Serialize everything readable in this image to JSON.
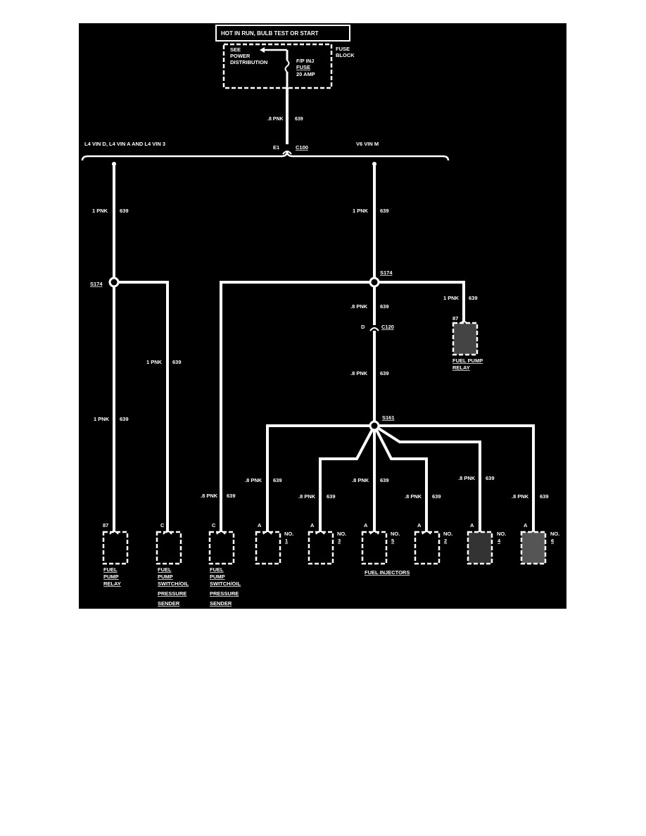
{
  "power": {
    "hot_label": "HOT IN RUN, BULB TEST OR START",
    "see_line1": "SEE",
    "see_line2": "POWER",
    "see_line3": "DISTRIBUTION",
    "fuse_name1": "F/P INJ",
    "fuse_name2": "FUSE",
    "fuse_rating": "20 AMP",
    "block_line1": "FUSE",
    "block_line2": "BLOCK"
  },
  "main_wire": {
    "gauge_color": ".8 PNK",
    "circuit": "639"
  },
  "connector_c100": {
    "left_pin": "E1",
    "name": "C100"
  },
  "branches": {
    "left_label": "L4 VIN D, L4 VIN A AND L4 VIN 3",
    "right_label": "V6 VIN M"
  },
  "left_branch": {
    "top_wire": {
      "gauge_color": "1 PNK",
      "circuit": "639"
    },
    "splice": "S174",
    "wire_to_relay": {
      "gauge_color": "1 PNK",
      "circuit": "639"
    },
    "wire_to_switch": {
      "gauge_color": "1 PNK",
      "circuit": "639"
    },
    "relay": {
      "pin": "87",
      "label": [
        "FUEL",
        "PUMP",
        "RELAY"
      ]
    },
    "switch": {
      "pin": "C",
      "label": [
        "FUEL",
        "PUMP",
        "SWITCH/OIL",
        "PRESSURE",
        "SENDER"
      ]
    }
  },
  "right_branch": {
    "top_wire": {
      "gauge_color": "1 PNK",
      "circuit": "639"
    },
    "splice": "S174",
    "relay_wire": {
      "gauge_color": "1 PNK",
      "circuit": "639"
    },
    "relay": {
      "pin": "87",
      "label": [
        "FUEL PUMP",
        "RELAY"
      ]
    },
    "switch_wire": {
      "gauge_color": ".8 PNK",
      "circuit": "639"
    },
    "switch": {
      "pin": "C",
      "label": [
        "FUEL",
        "PUMP",
        "SWITCH/OIL",
        "PRESSURE",
        "SENDER"
      ]
    },
    "wire_to_c120": {
      "gauge_color": ".8 PNK",
      "circuit": "639"
    },
    "connector_c120": {
      "pin": "D",
      "name": "C120"
    },
    "wire_to_s161": {
      "gauge_color": ".8 PNK",
      "circuit": "639"
    },
    "splice_s161": "S161",
    "injectors_label": "FUEL INJECTORS",
    "injectors": [
      {
        "pin": "A",
        "no": "NO.",
        "num": "1",
        "gauge_color": ".8 PNK",
        "circuit": "639"
      },
      {
        "pin": "A",
        "no": "NO.",
        "num": "3",
        "gauge_color": ".8 PNK",
        "circuit": "639"
      },
      {
        "pin": "A",
        "no": "NO.",
        "num": "5",
        "gauge_color": ".8 PNK",
        "circuit": "639"
      },
      {
        "pin": "A",
        "no": "NO.",
        "num": "2",
        "gauge_color": ".8 PNK",
        "circuit": "639"
      },
      {
        "pin": "A",
        "no": "NO.",
        "num": "4",
        "gauge_color": ".8 PNK",
        "circuit": "639"
      },
      {
        "pin": "A",
        "no": "NO.",
        "num": "6",
        "gauge_color": ".8 PNK",
        "circuit": "639"
      }
    ]
  }
}
